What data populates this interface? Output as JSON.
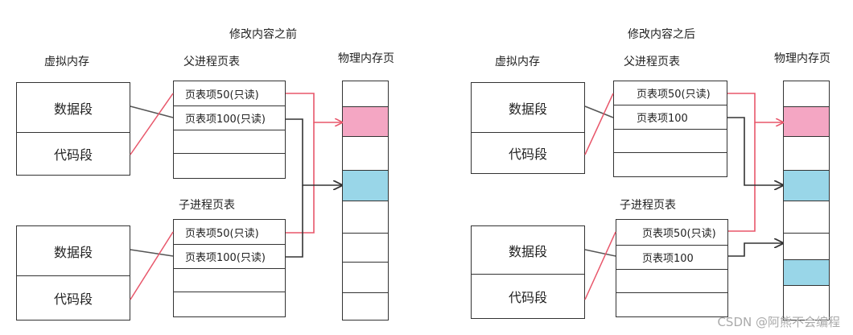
{
  "panels": [
    {
      "title": "修改内容之前",
      "vm_label": "虚拟内存",
      "parent_label": "父进程页表",
      "child_label": "子进程页表",
      "phys_label": "物理内存页",
      "vm_segments": [
        "数据段",
        "代码段"
      ],
      "parent_entries": [
        "页表项50(只读)",
        "页表项100(只读)",
        "",
        ""
      ],
      "child_entries": [
        "页表项50(只读)",
        "页表项100(只读)",
        "",
        ""
      ]
    },
    {
      "title": "修改内容之后",
      "vm_label": "虚拟内存",
      "parent_label": "父进程页表",
      "child_label": "子进程页表",
      "phys_label": "物理内存页",
      "vm_segments": [
        "数据段",
        "代码段"
      ],
      "parent_entries": [
        "页表项50(只读)",
        "页表项100",
        "",
        ""
      ],
      "child_entries": [
        "页表项50(只读)",
        "页表项100",
        "",
        ""
      ]
    }
  ],
  "colors": {
    "pink": "#f4a6c3",
    "blue": "#99d6e8",
    "red_line": "#e8566a",
    "dark_line": "#333333"
  },
  "watermark": "CSDN @阿熊不会编程"
}
